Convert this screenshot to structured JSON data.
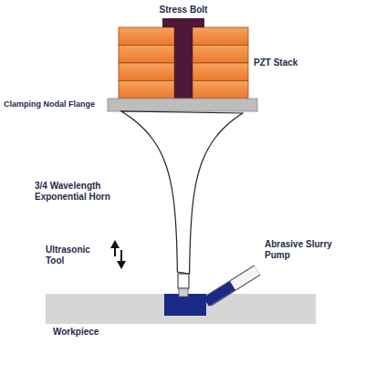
{
  "diagram": {
    "labels": [
      "Stress Bolt",
      "PZT Stack",
      "Clamping Nodal Flange",
      "3/4 Wavelength Exponential Horn",
      "Ultrasonic Tool",
      "Abrasive Slurry Pump",
      "Workpiece"
    ]
  }
}
